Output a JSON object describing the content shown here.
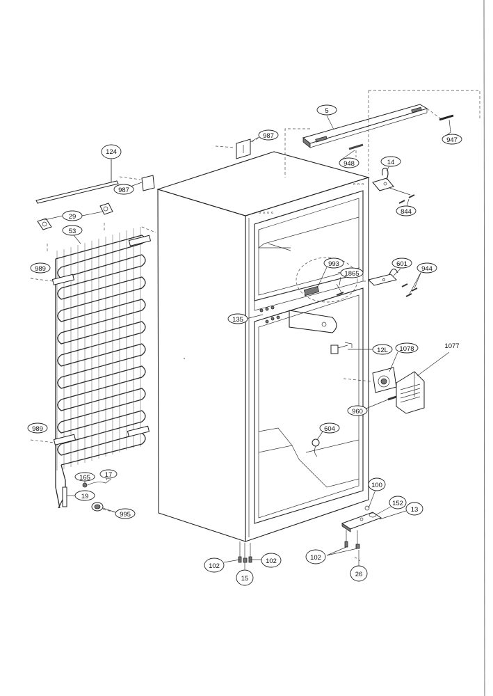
{
  "callouts": [
    {
      "id": "5",
      "text": "5"
    },
    {
      "id": "947",
      "text": "947"
    },
    {
      "id": "987a",
      "text": "987"
    },
    {
      "id": "948",
      "text": "948"
    },
    {
      "id": "14",
      "text": "14"
    },
    {
      "id": "844",
      "text": "844"
    },
    {
      "id": "124",
      "text": "124"
    },
    {
      "id": "987b",
      "text": "987"
    },
    {
      "id": "29",
      "text": "29"
    },
    {
      "id": "53",
      "text": "53"
    },
    {
      "id": "989a",
      "text": "989"
    },
    {
      "id": "993",
      "text": "993"
    },
    {
      "id": "1865",
      "text": "1865"
    },
    {
      "id": "601",
      "text": "601"
    },
    {
      "id": "944",
      "text": "944"
    },
    {
      "id": "135",
      "text": "135"
    },
    {
      "id": "12L",
      "text": "12L"
    },
    {
      "id": "1078",
      "text": "1078"
    },
    {
      "id": "1077",
      "text": "1077"
    },
    {
      "id": "960",
      "text": "960"
    },
    {
      "id": "604",
      "text": "604"
    },
    {
      "id": "989b",
      "text": "989"
    },
    {
      "id": "165",
      "text": "165"
    },
    {
      "id": "17",
      "text": "17"
    },
    {
      "id": "19",
      "text": "19"
    },
    {
      "id": "995",
      "text": "995"
    },
    {
      "id": "100",
      "text": "100"
    },
    {
      "id": "152",
      "text": "152"
    },
    {
      "id": "13",
      "text": "13"
    },
    {
      "id": "102a",
      "text": "102"
    },
    {
      "id": "102b",
      "text": "102"
    },
    {
      "id": "15",
      "text": "15"
    },
    {
      "id": "102c",
      "text": "102"
    },
    {
      "id": "26",
      "text": "26"
    }
  ]
}
